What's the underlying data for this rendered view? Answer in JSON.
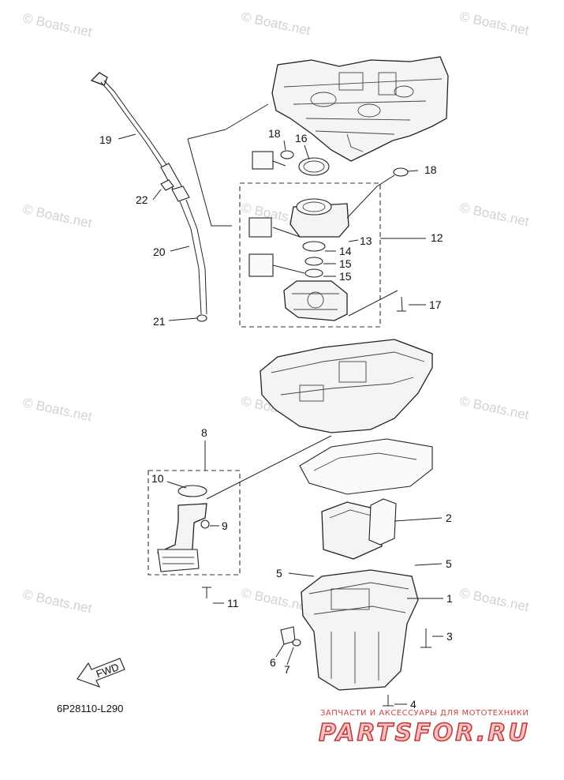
{
  "watermark_text": "© Boats.net",
  "diagram_code": "6P28110-L290",
  "fwd_label": "FWD",
  "callouts": [
    "19",
    "22",
    "20",
    "21",
    "18",
    "16",
    "18",
    "12",
    "13",
    "14",
    "15",
    "15",
    "17",
    "8",
    "10",
    "9",
    "11",
    "2",
    "5",
    "5",
    "1",
    "3",
    "6",
    "7",
    "4"
  ],
  "footer": {
    "tagline": "ЗАПЧАСТИ И АКСЕССУАРЫ ДЛЯ МОТОТЕХНИКИ",
    "brand": "PARTSFOR.RU"
  }
}
